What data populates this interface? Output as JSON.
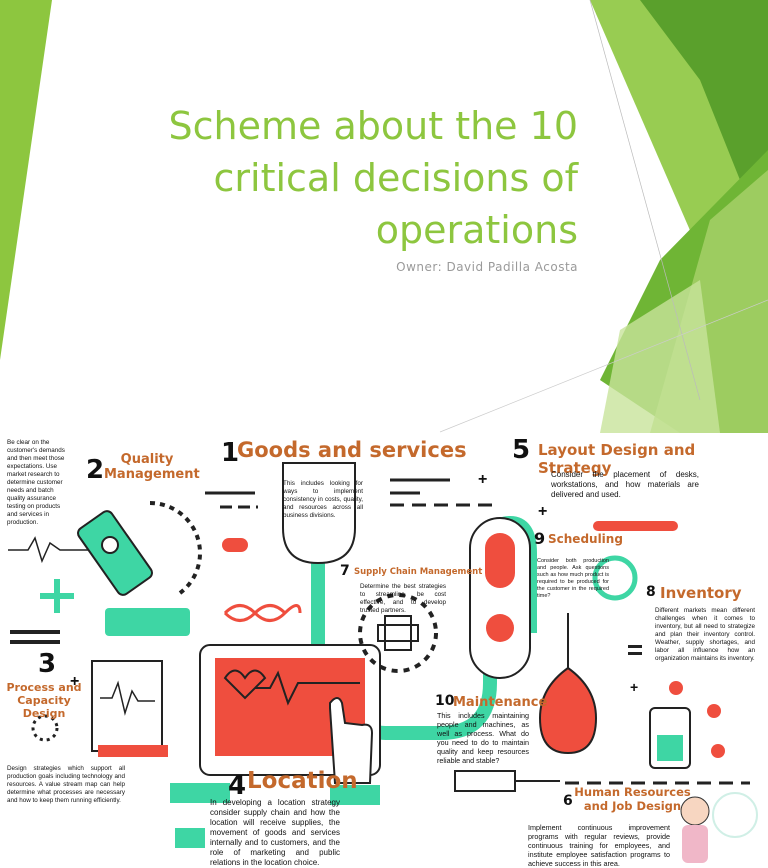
{
  "slide": {
    "title_lines": [
      "Scheme about the 10",
      "critical decisions of",
      "operations"
    ],
    "owner": "Owner: David Padilla Acosta"
  },
  "colors": {
    "accent_green": "#8dc63f",
    "teal": "#3ed6a4",
    "red": "#ef4e3e",
    "heading_orange": "#c4692c"
  },
  "decisions": {
    "goods": {
      "number": "1",
      "title": "Goods and services",
      "text": "This includes looking for ways to implement consistency in costs, quality, and resources across all business divisions."
    },
    "quality": {
      "number": "2",
      "title_line1": "Quality",
      "title_line2": "Management",
      "text": "Be clear on the customer's demands and then meet those expectations. Use market research to determine customer needs and batch quality assurance testing on products and services in production."
    },
    "process": {
      "number": "3",
      "title_line1": "Process and",
      "title_line2": "Capacity Design",
      "text": "Design strategies which support all production goals including technology and resources. A value stream map can help determine what processes are necessary and how to keep them running efficiently."
    },
    "location": {
      "number": "4",
      "title": "Location",
      "text": "In developing a location strategy consider supply chain and how the location will receive supplies, the movement of goods and services internally and to customers, and the role of marketing and public relations in the location choice."
    },
    "layout": {
      "number": "5",
      "title": "Layout Design and Strategy",
      "text": "Consider the placement of desks, workstations, and how materials are delivered and used."
    },
    "hr": {
      "number": "6",
      "title_line1": "Human Resources",
      "title_line2": "and Job Design",
      "text": "Implement continuous improvement programs with regular reviews, provide continuous training for employees, and institute employee satisfaction programs to achieve success in this area."
    },
    "supply": {
      "number": "7",
      "title": "Supply Chain Management",
      "text": "Determine the best strategies to streamline, be cost effective, and to develop trusted partners."
    },
    "inventory": {
      "number": "8",
      "title": "Inventory",
      "text": "Different markets mean different challenges when it comes to inventory, but all need to strategize and plan their inventory control. Weather, supply shortages, and labor all influence how an organization maintains its inventory."
    },
    "scheduling": {
      "number": "9",
      "title": "Scheduling",
      "text": "Consider both production and people. Ask questions such as how much product is required to be produced for the customer in the required time?"
    },
    "maintenance": {
      "number": "10",
      "title": "Maintenance",
      "text": "This includes maintaining people and machines, as well as process. What do you need to do to maintain quality and keep resources reliable and stable?"
    }
  },
  "symbols": {
    "plus": "+"
  }
}
